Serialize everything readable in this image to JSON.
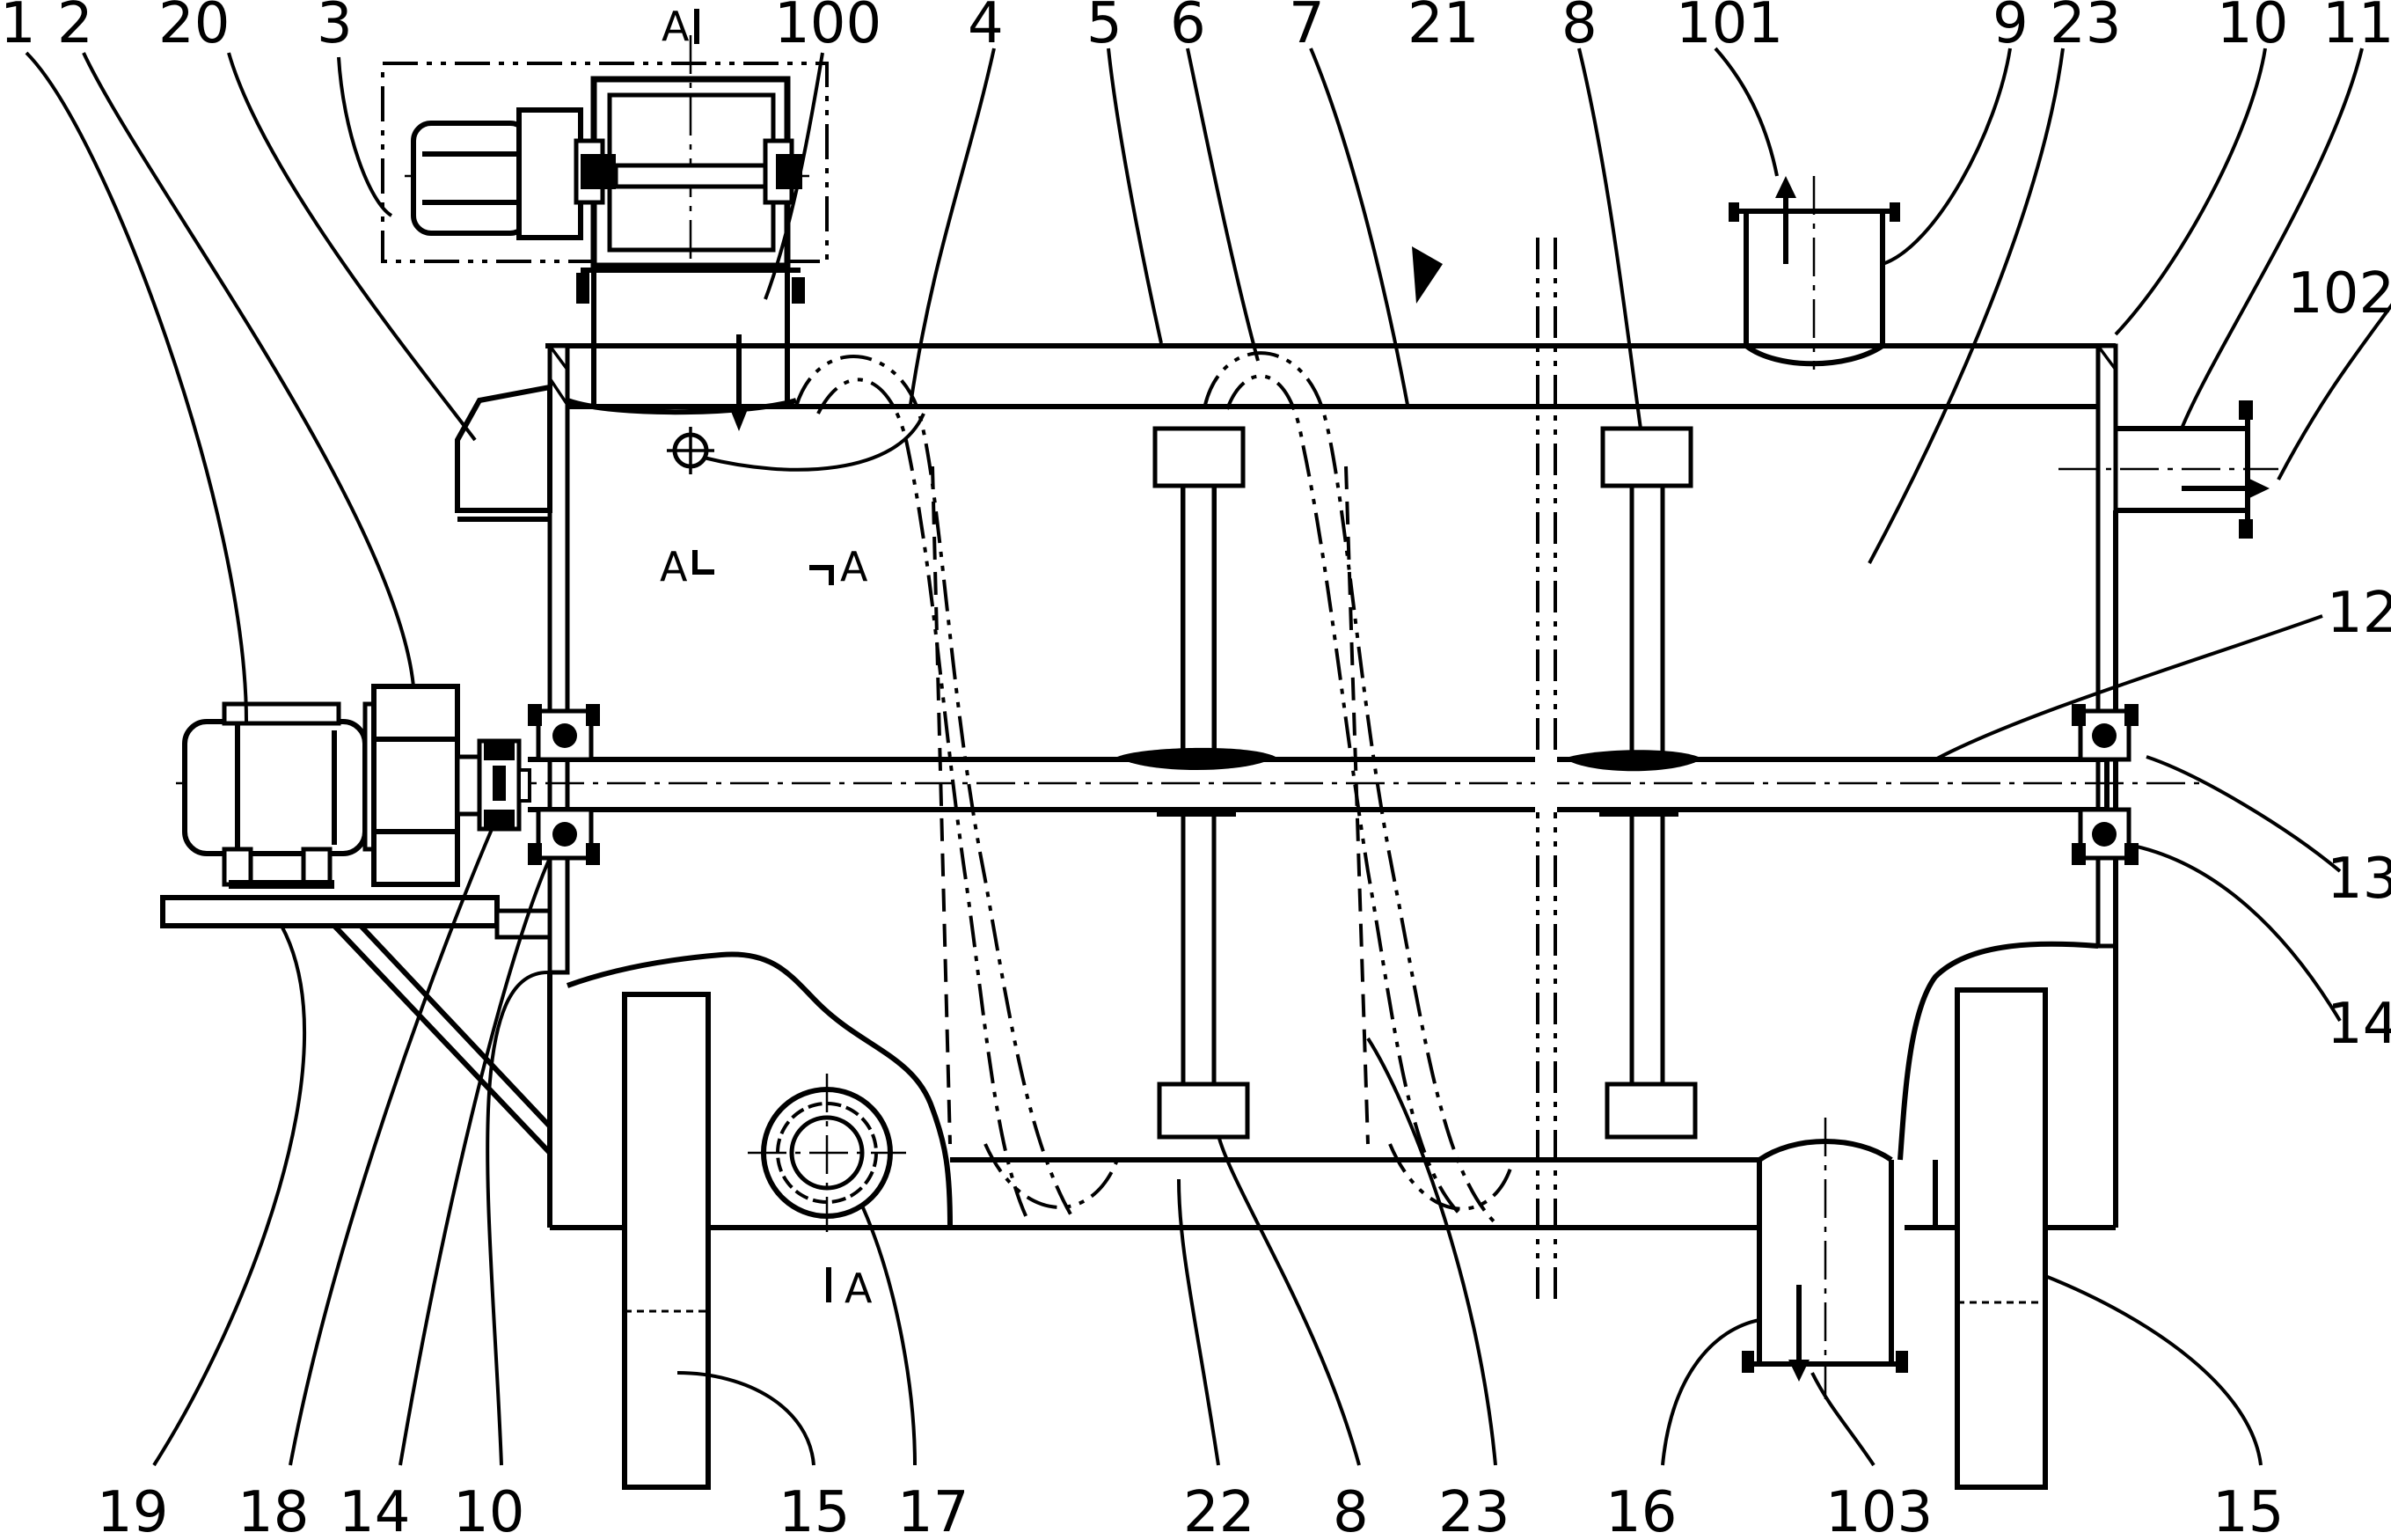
{
  "drawing": {
    "section_marks": {
      "top": "A",
      "left": "A",
      "right": "A",
      "bottom": "A"
    },
    "labels_top": [
      "1",
      "2",
      "20",
      "3",
      "100",
      "4",
      "5",
      "6",
      "7",
      "21",
      "8",
      "101",
      "9",
      "23",
      "10",
      "11"
    ],
    "labels_right": [
      "102",
      "12",
      "13",
      "14"
    ],
    "labels_bottom": [
      "19",
      "18",
      "14",
      "10",
      "15",
      "17",
      "22",
      "8",
      "23",
      "16",
      "103",
      "15"
    ]
  }
}
